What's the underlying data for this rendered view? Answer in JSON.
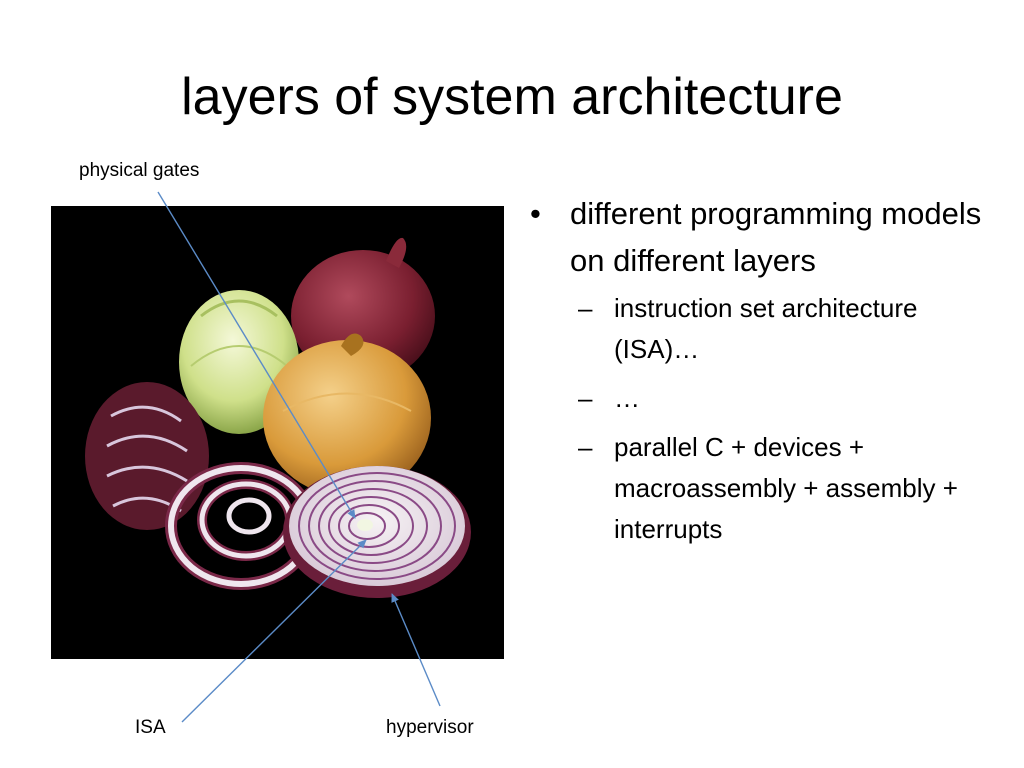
{
  "slide": {
    "title": "layers of system architecture"
  },
  "callouts": {
    "physical_gates": "physical gates",
    "isa": "ISA",
    "hypervisor": "hypervisor"
  },
  "bullets": {
    "main_mark": "•",
    "sub_mark": "–",
    "main": "different programming models on different layers",
    "sub": [
      "instruction set architecture (ISA)…",
      "…",
      "parallel C + devices + macroassembly + assembly + interrupts"
    ]
  },
  "colors": {
    "arrow": "#5b8bc7",
    "photo_background": "#000000"
  }
}
